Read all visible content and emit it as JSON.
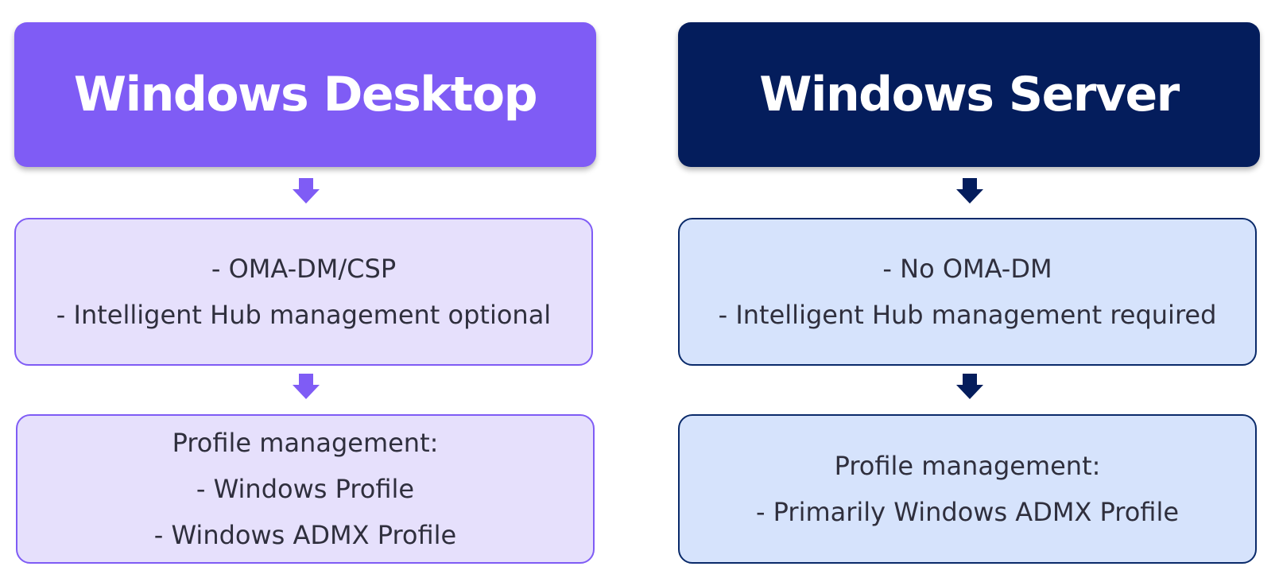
{
  "colors": {
    "desktop_accent": "#7f5cf5",
    "desktop_fill": "#e6e0fc",
    "server_accent": "#041d5c",
    "server_fill": "#d6e3fc",
    "body_text": "#2f2f3d"
  },
  "desktop": {
    "title": "Windows Desktop",
    "features": {
      "line1": "- OMA-DM/CSP",
      "line2": "- Intelligent Hub management optional"
    },
    "profiles": {
      "line1": "Profile management:",
      "line2": "- Windows Profile",
      "line3": "- Windows ADMX Profile"
    }
  },
  "server": {
    "title": "Windows Server",
    "features": {
      "line1": "- No OMA-DM",
      "line2": "- Intelligent Hub management required"
    },
    "profiles": {
      "line1": "Profile management:",
      "line2": "- Primarily Windows ADMX Profile"
    }
  }
}
